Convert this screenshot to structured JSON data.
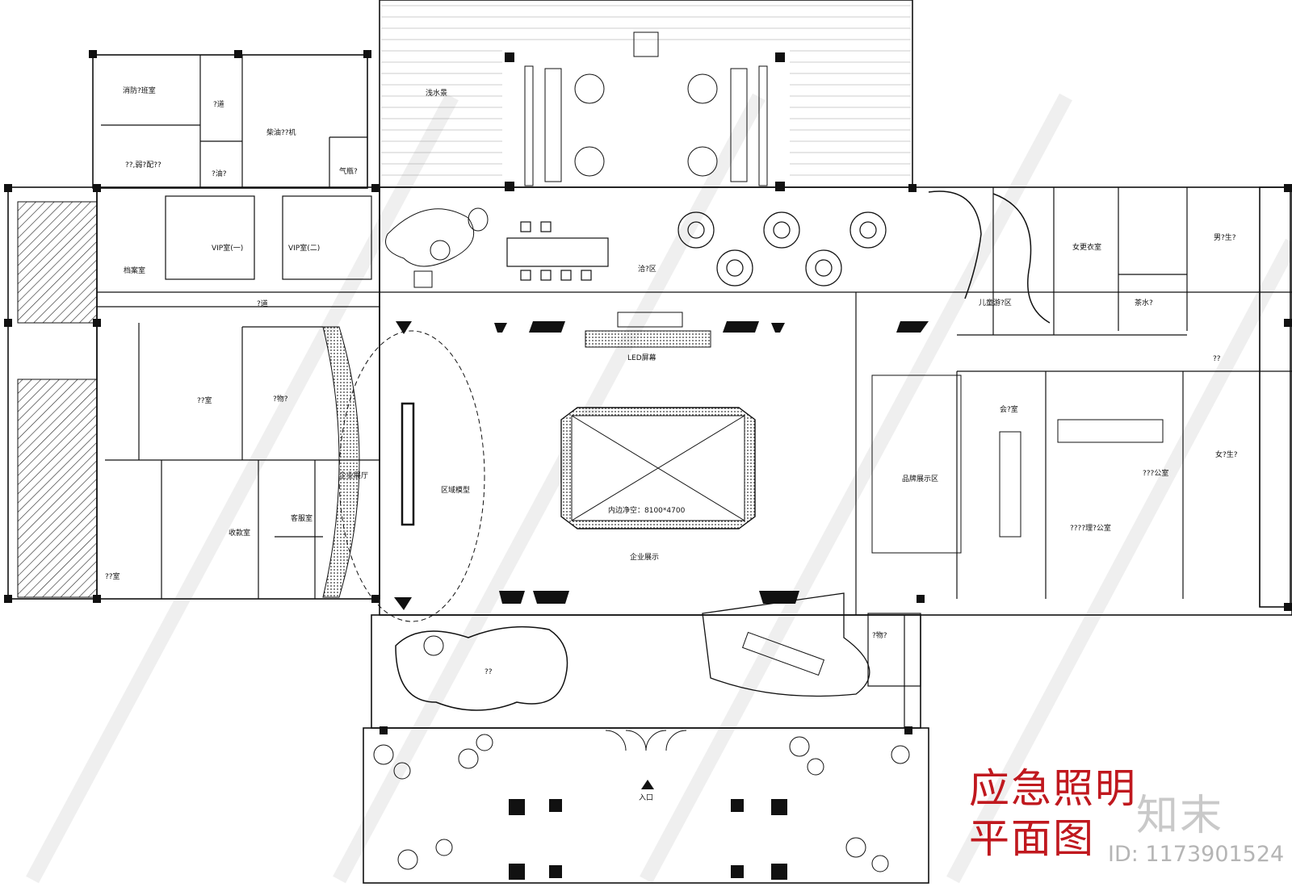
{
  "rooms": {
    "fire_control": "消防?班室",
    "corridor_a": "?道",
    "diesel_gen": "柴油??机",
    "power_dist": "??,弱?配??",
    "oil_store": "?油?",
    "gas_cylinder": "气瓶?",
    "shallow_water": "浅水景",
    "vip1": "VIP室(一)",
    "vip2": "VIP室(二)",
    "archive": "档案室",
    "corridor_b": "?道",
    "negotiation": "洽?区",
    "female_locker": "女更衣室",
    "male_wc": "男?生?",
    "kids_area": "儿童游?区",
    "tea_room": "茶水?",
    "led_screen": "LED屏幕",
    "corridor_c": "??",
    "office_a": "??室",
    "storage_a": "?物?",
    "enterprise_hall": "企业展厅",
    "regional_model": "区域模型",
    "clear_size": "内边净空：8100*4700",
    "meeting": "会?室",
    "open_office": "???公室",
    "female_wc": "女?生?",
    "brand_display": "品牌展示区",
    "service": "客服室",
    "cashier": "收款室",
    "gm_office": "????理?公室",
    "room_b": "??室",
    "enterprise_display": "企业展示",
    "storage_b": "?物?",
    "pool": "??",
    "entrance": "入口"
  },
  "title_lines": [
    "应急照明",
    "平面图"
  ],
  "watermark": {
    "brand": "知末",
    "id": "ID: 1173901524"
  }
}
